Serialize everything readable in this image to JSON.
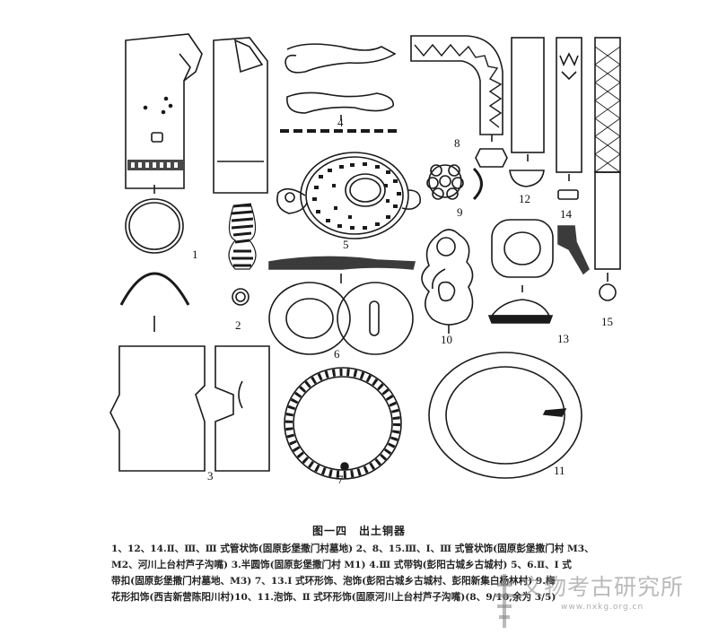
{
  "figure": {
    "title": "图一四　出土铜器",
    "caption_lines": [
      "1、12、14.Ⅱ、Ⅲ、Ⅲ 式管状饰(固原彭堡撒门村墓地) 2、8、15.Ⅲ、Ⅰ、Ⅲ 式管状饰(固原彭堡撒门村 M3、",
      "M2、河川上台村芦子沟嘴) 3.半圆饰(固原彭堡撒门村 M1) 4.Ⅲ 式带钩(彭阳古城乡古城村) 5、6.Ⅱ、Ⅰ 式",
      "带扣(固原彭堡撒门村墓地、M3) 7、13.Ⅰ 式环形饰、泡饰(彭阳古城乡古城村、彭阳新集白杨林村) 9.梅",
      "花形扣饰(西吉新营陈阳川村)10、11.泡饰、Ⅱ 式环形饰(固原河川上台村芦子沟嘴)(8、9/10,余为 3/5)"
    ]
  },
  "item_labels": [
    "1",
    "2",
    "3",
    "4",
    "5",
    "6",
    "7",
    "8",
    "9",
    "10",
    "11",
    "12",
    "13",
    "14",
    "15"
  ],
  "watermark": {
    "text": "文物考古研究所",
    "url": "www.nxkg.org.cn"
  }
}
